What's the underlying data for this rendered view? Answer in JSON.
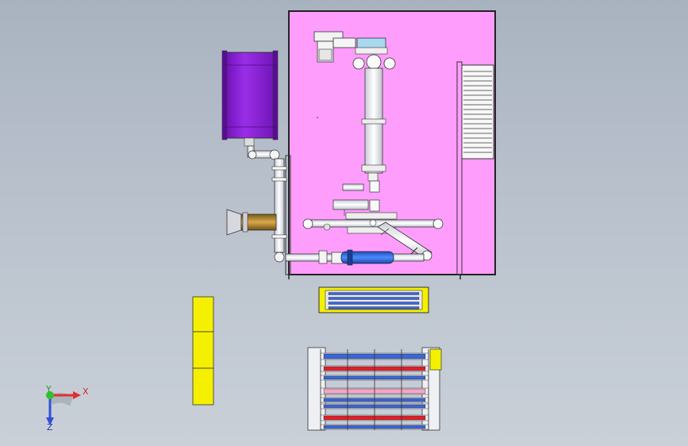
{
  "viewport": {
    "background_top": "#a9b3c0",
    "background_bottom": "#c9d0d8"
  },
  "colors": {
    "enclosure_fill": "#ff9dfc",
    "enclosure_stroke": "#222222",
    "tank_fill": "#8b1fd6",
    "duct_fill": "#b88a2b",
    "pump_fill": "#2f6fe0",
    "panel_fill": "#f4f000",
    "pipe_fill": "#f2f2f6",
    "roller_red": "#e0202a",
    "roller_blue": "#3a66d8",
    "roller_pink": "#f2a6c8",
    "triad_x": "#e03030",
    "triad_y": "#2fbf2f",
    "triad_z": "#2f4fd8"
  },
  "triad": {
    "x_label": "X",
    "y_label": "Y",
    "z_label": "Z",
    "x_icon": "axis-x-arrow-icon",
    "y_icon": "axis-y-arrow-icon",
    "z_icon": "axis-z-arrow-icon"
  }
}
